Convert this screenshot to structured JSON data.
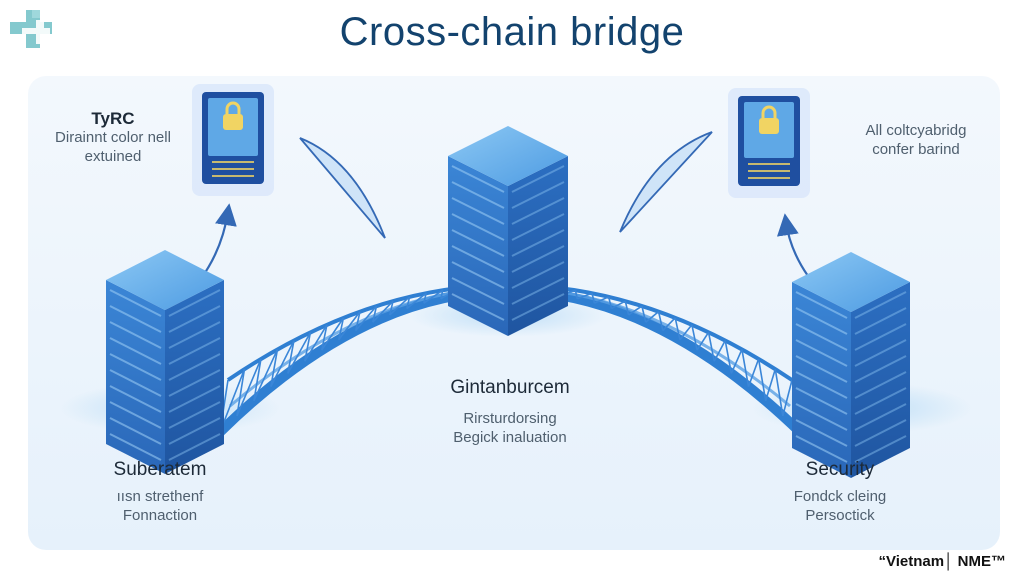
{
  "title": "Cross-chain bridge",
  "watermark": "“Vietnam│ NME™",
  "nodes": {
    "left": {
      "title": "Suberatem",
      "line1": "ıısn strethenf",
      "line2": "Fonnaction"
    },
    "center": {
      "title": "Gintanburcem",
      "line1": "Rirsturdorsing",
      "line2": "Begick inaluation"
    },
    "right": {
      "title": "Security",
      "line1": "Fondck cleing",
      "line2": "Persoctick"
    }
  },
  "callouts": {
    "top_left": {
      "title": "TyRC",
      "line1": "Dirainnt color nell",
      "line2": "extuined"
    },
    "top_right": {
      "line1": "All coltcyabridg",
      "line2": "confer barind"
    }
  },
  "colors": {
    "title": "#13436e",
    "server_top": "#5aa7e8",
    "server_left": "#2d74c6",
    "server_right": "#2563b3",
    "bridge": "#2f7fd2",
    "arrow": "#3469b5"
  }
}
